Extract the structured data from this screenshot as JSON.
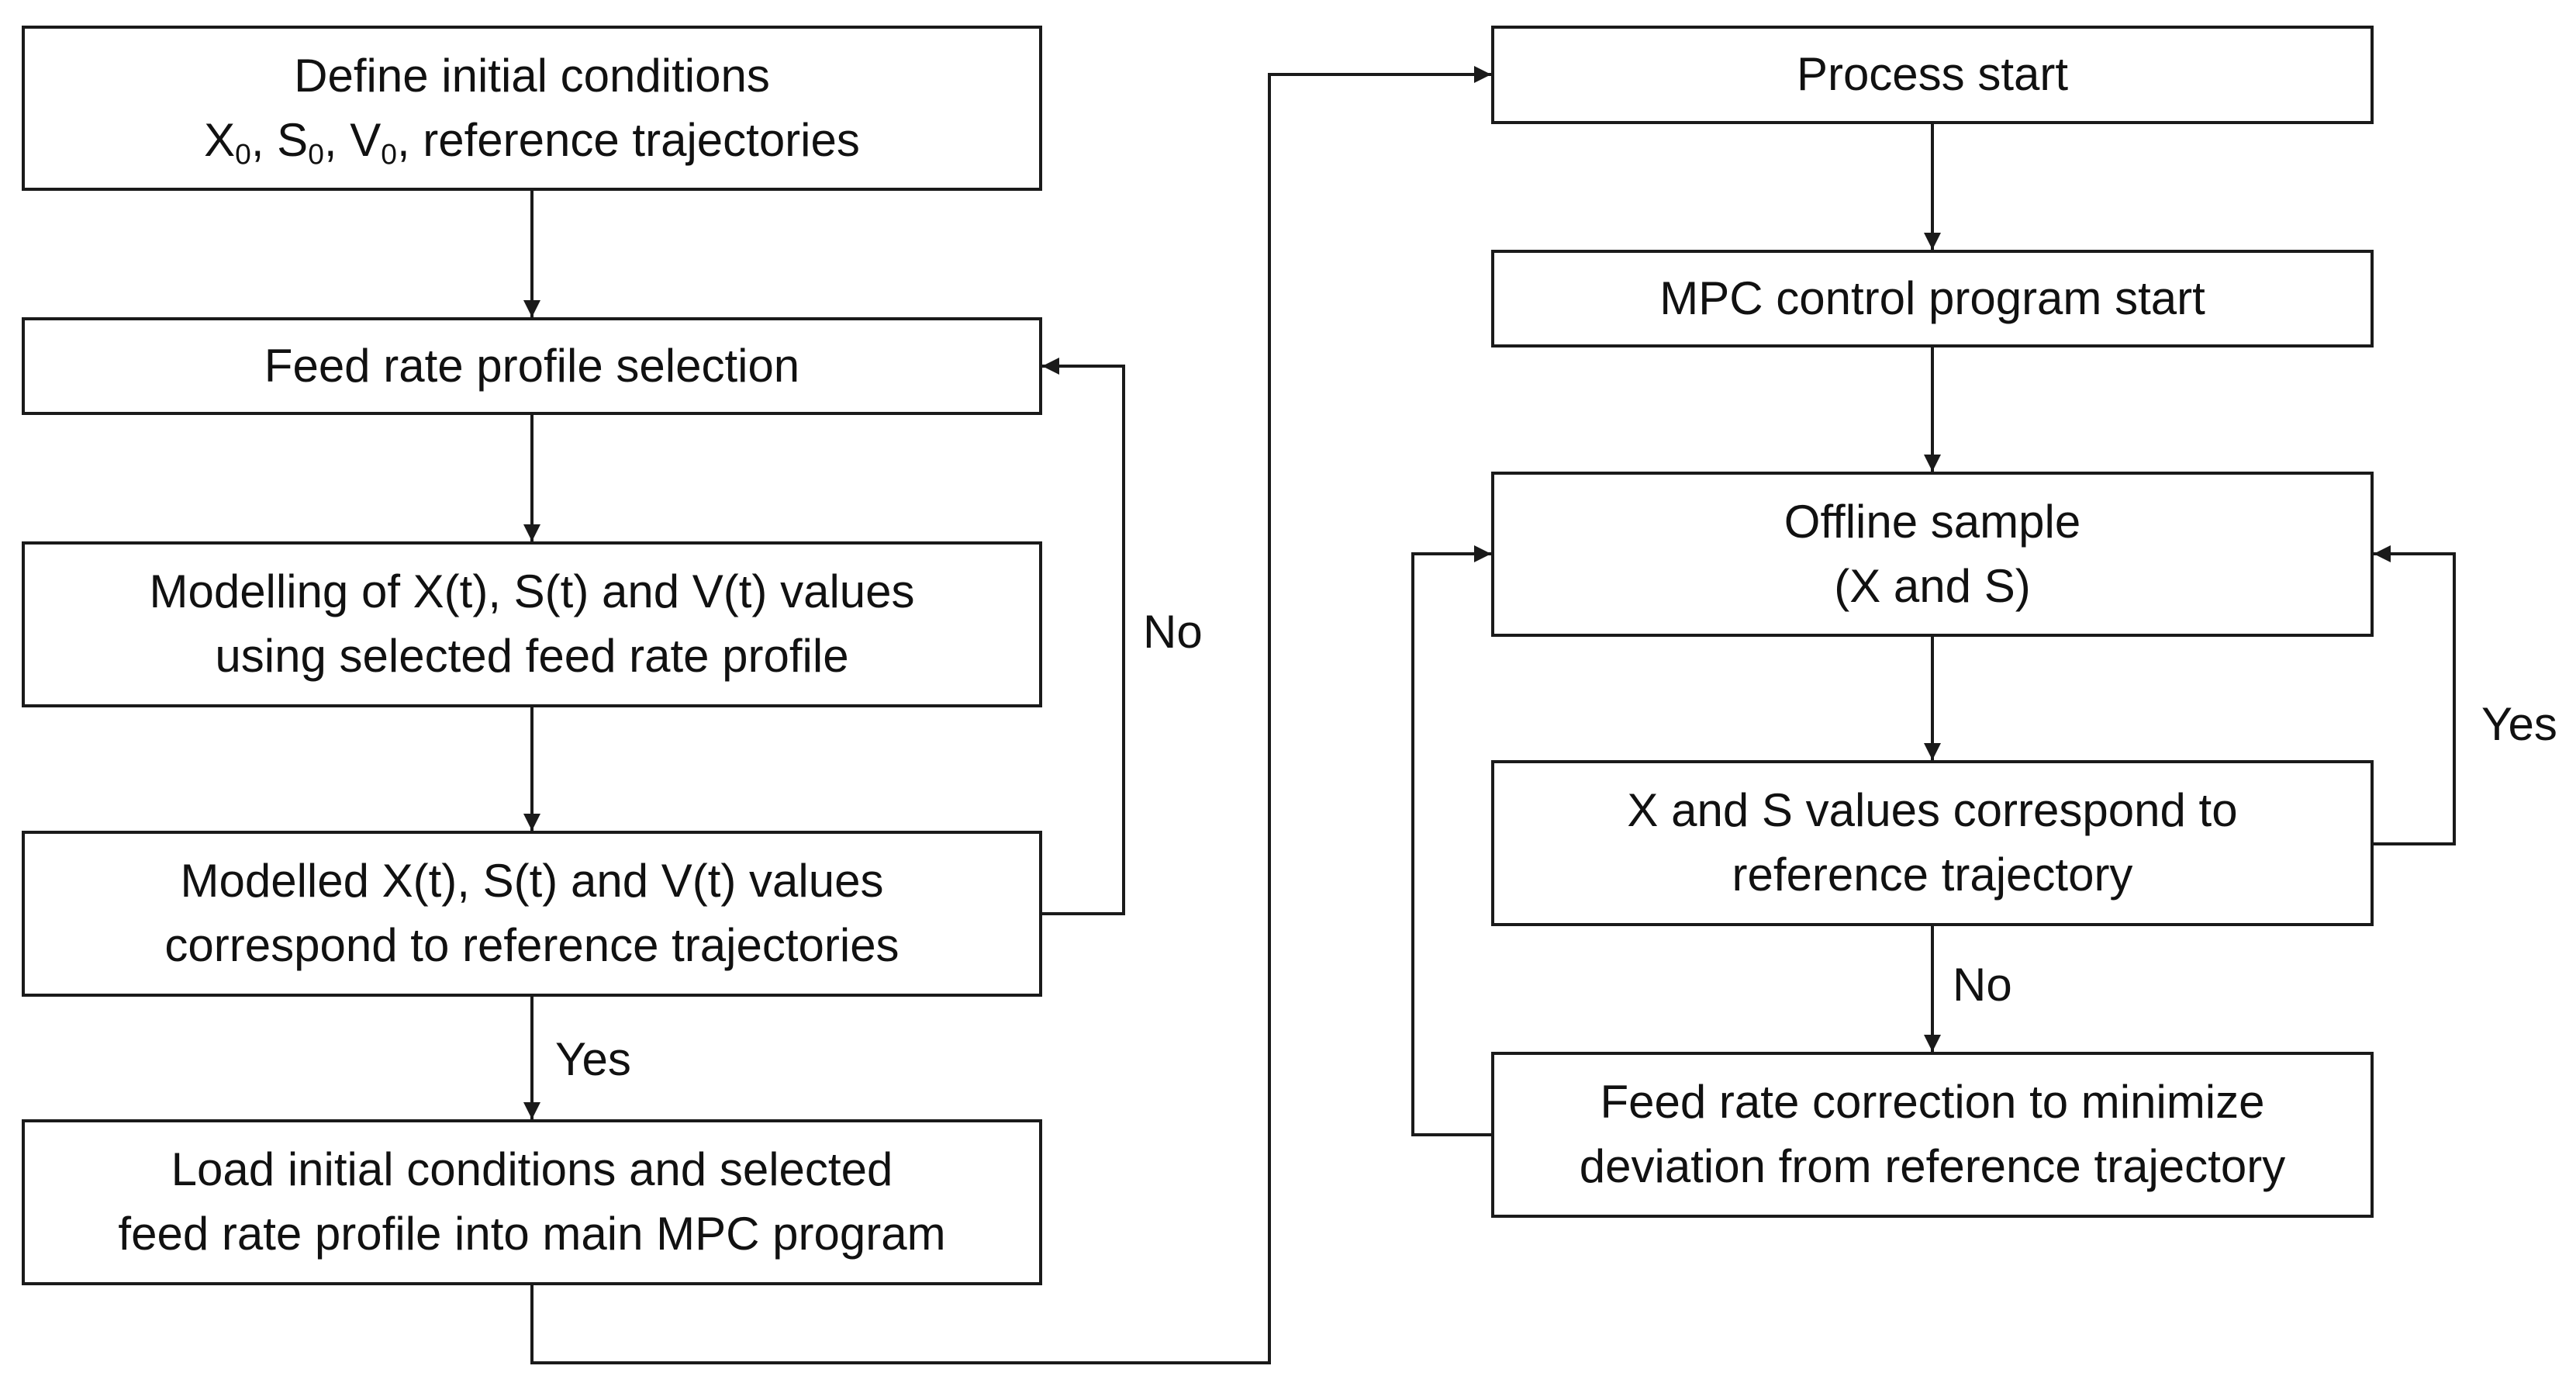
{
  "nodes": [
    {
      "id": "n1",
      "name": "define-initial-conditions-box",
      "lines": [
        [
          {
            "t": "Define initial conditions"
          }
        ],
        [
          {
            "t": "X"
          },
          {
            "sub": "0"
          },
          {
            "t": ", S"
          },
          {
            "sub": "0"
          },
          {
            "t": ", V"
          },
          {
            "sub": "0"
          },
          {
            "t": ", reference trajectories"
          }
        ]
      ]
    },
    {
      "id": "n2",
      "name": "feed-rate-profile-selection-box",
      "lines": [
        [
          {
            "t": "Feed rate profile selection"
          }
        ]
      ]
    },
    {
      "id": "n3",
      "name": "modelling-values-box",
      "lines": [
        [
          {
            "t": "Modelling of X(t), S(t) and V(t) values"
          }
        ],
        [
          {
            "t": "using selected feed rate profile"
          }
        ]
      ]
    },
    {
      "id": "n4",
      "name": "modelled-values-decision-box",
      "lines": [
        [
          {
            "t": "Modelled X(t), S(t) and V(t) values"
          }
        ],
        [
          {
            "t": "correspond to reference trajectories"
          }
        ]
      ]
    },
    {
      "id": "n5",
      "name": "load-into-mpc-program-box",
      "lines": [
        [
          {
            "t": "Load initial conditions and selected"
          }
        ],
        [
          {
            "t": "feed rate profile into main MPC program"
          }
        ]
      ]
    },
    {
      "id": "n6",
      "name": "process-start-box",
      "lines": [
        [
          {
            "t": "Process start"
          }
        ]
      ]
    },
    {
      "id": "n7",
      "name": "mpc-control-program-start-box",
      "lines": [
        [
          {
            "t": "MPC control program start"
          }
        ]
      ]
    },
    {
      "id": "n8",
      "name": "offline-sample-box",
      "lines": [
        [
          {
            "t": "Offline sample"
          }
        ],
        [
          {
            "t": "(X and S)"
          }
        ]
      ]
    },
    {
      "id": "n9",
      "name": "values-correspond-decision-box",
      "lines": [
        [
          {
            "t": "X and S values correspond to"
          }
        ],
        [
          {
            "t": "reference trajectory"
          }
        ]
      ]
    },
    {
      "id": "n10",
      "name": "feed-rate-correction-box",
      "lines": [
        [
          {
            "t": "Feed rate correction to minimize"
          }
        ],
        [
          {
            "t": "deviation from reference trajectory"
          }
        ]
      ]
    }
  ],
  "edges": [
    {
      "from": "n1",
      "to": "n2"
    },
    {
      "from": "n2",
      "to": "n3"
    },
    {
      "from": "n3",
      "to": "n4"
    },
    {
      "from": "n4",
      "to": "n2",
      "label": "No"
    },
    {
      "from": "n4",
      "to": "n5",
      "label": "Yes"
    },
    {
      "from": "n5",
      "to": "n6"
    },
    {
      "from": "n6",
      "to": "n7"
    },
    {
      "from": "n7",
      "to": "n8"
    },
    {
      "from": "n8",
      "to": "n9"
    },
    {
      "from": "n9",
      "to": "n8",
      "label": "Yes"
    },
    {
      "from": "n9",
      "to": "n10",
      "label": "No"
    },
    {
      "from": "n10",
      "to": "n8"
    }
  ],
  "edge_labels": {
    "no_left": "No",
    "yes_left": "Yes",
    "yes_right": "Yes",
    "no_right": "No"
  }
}
